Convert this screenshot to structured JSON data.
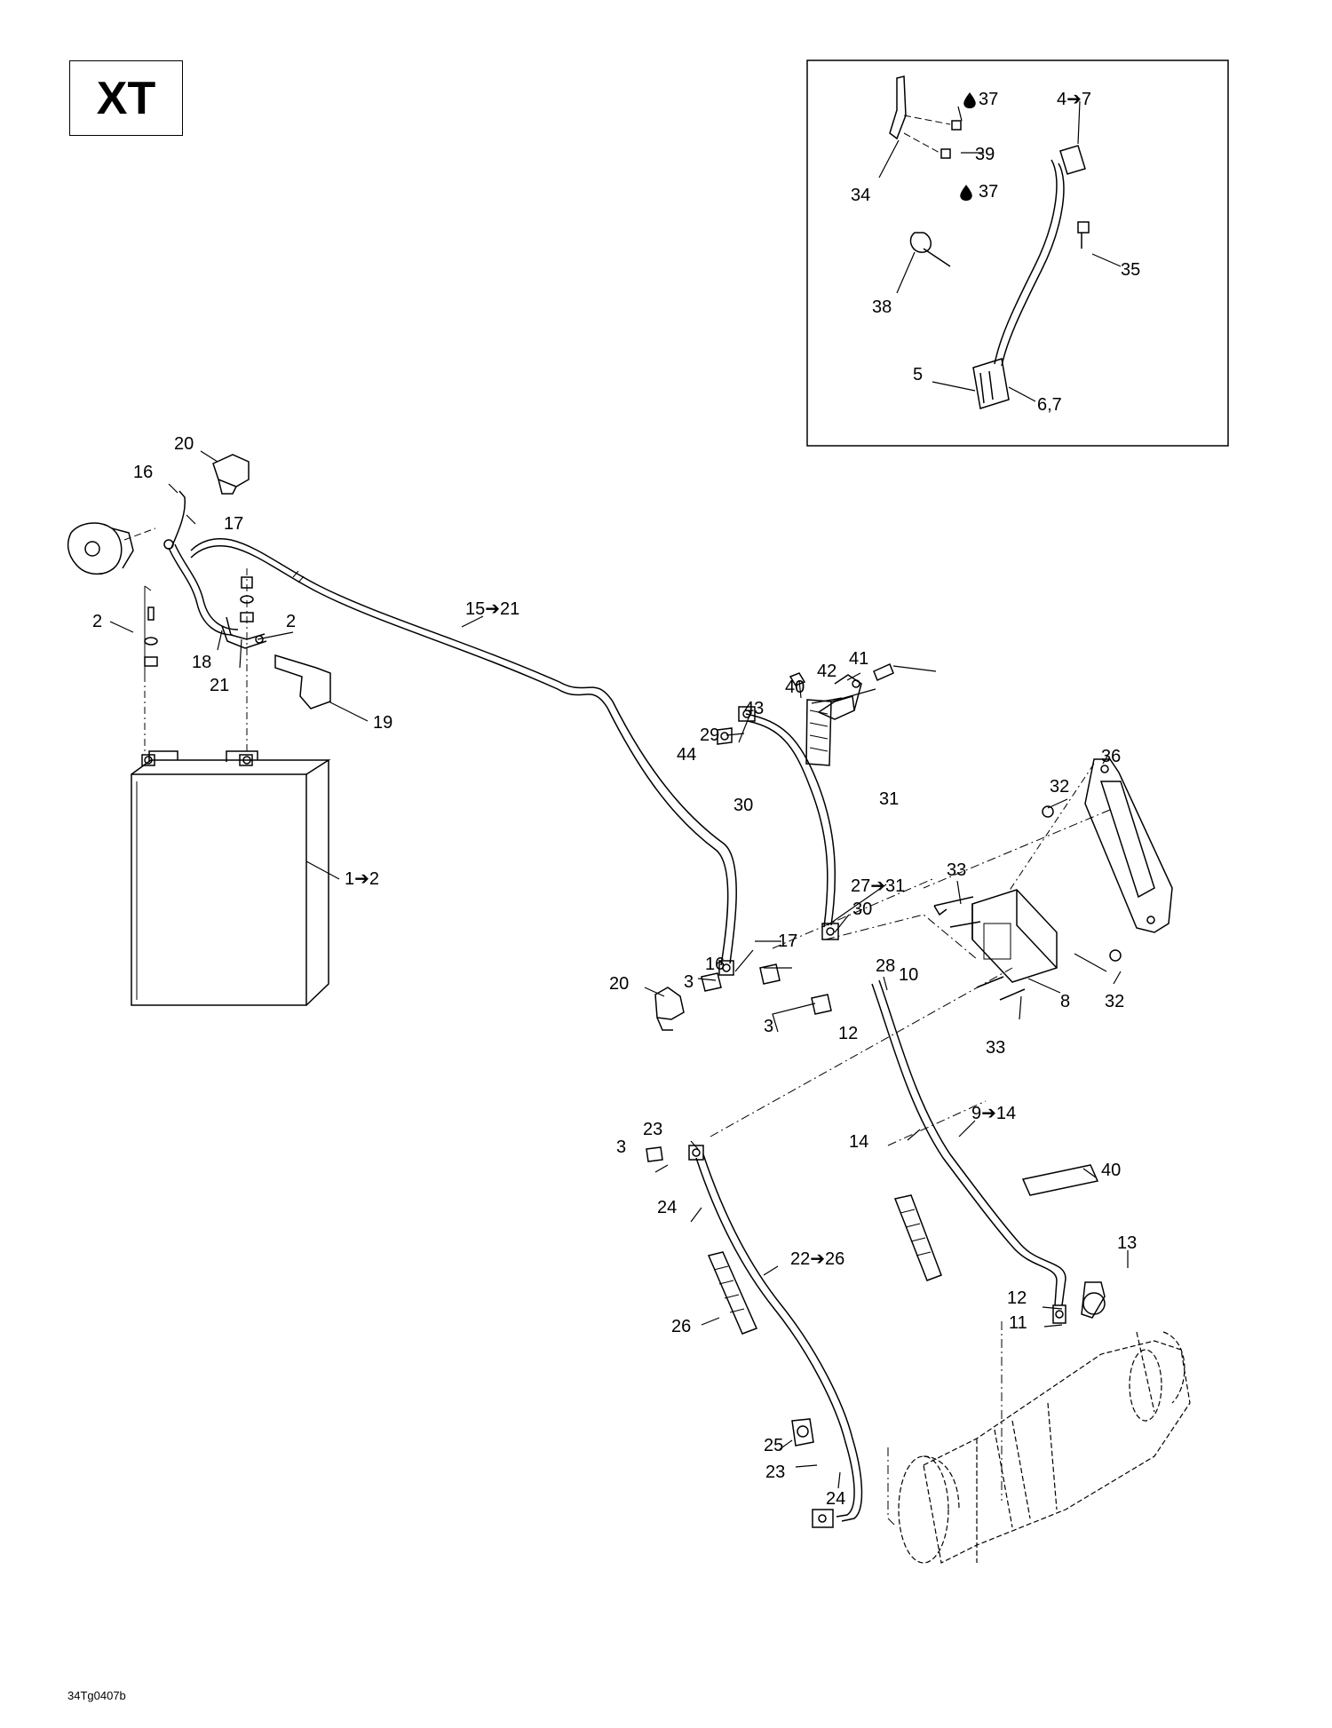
{
  "model_label": "XT",
  "reference_code": "34Tg0407b",
  "callouts": [
    {
      "id": "c20a",
      "text": "20"
    },
    {
      "id": "c16a",
      "text": "16"
    },
    {
      "id": "c17a",
      "text": "17"
    },
    {
      "id": "c2a",
      "text": "2"
    },
    {
      "id": "c2b",
      "text": "2"
    },
    {
      "id": "c18",
      "text": "18"
    },
    {
      "id": "c21",
      "text": "21"
    },
    {
      "id": "c19",
      "text": "19"
    },
    {
      "id": "c1to2",
      "text": "1➔2"
    },
    {
      "id": "c15to21",
      "text": "15➔21"
    },
    {
      "id": "c41",
      "text": "41"
    },
    {
      "id": "c42",
      "text": "42"
    },
    {
      "id": "c40a",
      "text": "40"
    },
    {
      "id": "c43",
      "text": "43"
    },
    {
      "id": "c29",
      "text": "29"
    },
    {
      "id": "c44",
      "text": "44"
    },
    {
      "id": "c30a",
      "text": "30"
    },
    {
      "id": "c31",
      "text": "31"
    },
    {
      "id": "c36",
      "text": "36"
    },
    {
      "id": "c32a",
      "text": "32"
    },
    {
      "id": "c33a",
      "text": "33"
    },
    {
      "id": "c27to31",
      "text": "27➔31"
    },
    {
      "id": "c30b",
      "text": "30"
    },
    {
      "id": "c17b",
      "text": "17"
    },
    {
      "id": "c16b",
      "text": "16"
    },
    {
      "id": "c28",
      "text": "28"
    },
    {
      "id": "c20b",
      "text": "20"
    },
    {
      "id": "c3a",
      "text": "3"
    },
    {
      "id": "c10",
      "text": "10"
    },
    {
      "id": "c3b",
      "text": "3"
    },
    {
      "id": "c12a",
      "text": "12"
    },
    {
      "id": "c8",
      "text": "8"
    },
    {
      "id": "c32b",
      "text": "32"
    },
    {
      "id": "c33b",
      "text": "33"
    },
    {
      "id": "c9to14",
      "text": "9➔14"
    },
    {
      "id": "c14",
      "text": "14"
    },
    {
      "id": "c23a",
      "text": "23"
    },
    {
      "id": "c3c",
      "text": "3"
    },
    {
      "id": "c40b",
      "text": "40"
    },
    {
      "id": "c24a",
      "text": "24"
    },
    {
      "id": "c22to26",
      "text": "22➔26"
    },
    {
      "id": "c13",
      "text": "13"
    },
    {
      "id": "c26",
      "text": "26"
    },
    {
      "id": "c12b",
      "text": "12"
    },
    {
      "id": "c11",
      "text": "11"
    },
    {
      "id": "c25",
      "text": "25"
    },
    {
      "id": "c23b",
      "text": "23"
    },
    {
      "id": "c24b",
      "text": "24"
    },
    {
      "id": "c37a",
      "text": "37"
    },
    {
      "id": "c4to7",
      "text": "4➔7"
    },
    {
      "id": "c39",
      "text": "39"
    },
    {
      "id": "c34",
      "text": "34"
    },
    {
      "id": "c37b",
      "text": "37"
    },
    {
      "id": "c35",
      "text": "35"
    },
    {
      "id": "c38",
      "text": "38"
    },
    {
      "id": "c5",
      "text": "5"
    },
    {
      "id": "c67",
      "text": "6,7"
    }
  ]
}
